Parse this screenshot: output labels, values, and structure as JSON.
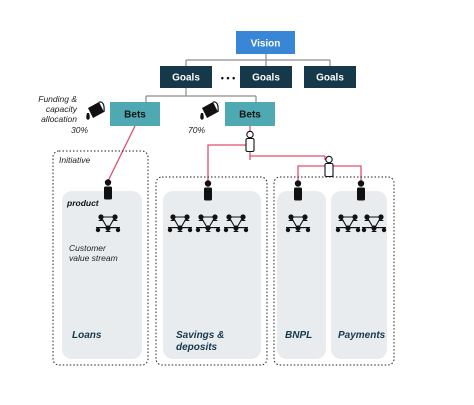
{
  "colors": {
    "vision_blue": "#3a86d6",
    "goal_navy": "#15384b",
    "bets_teal": "#4fa9b3",
    "connector_pink": "#e0506e",
    "tree_gray": "#8c8c8c",
    "panel_gray": "#e9ecef",
    "icon_dark": "#111111"
  },
  "hierarchy": {
    "vision": "Vision",
    "goals": [
      "Goals",
      "Goals",
      "Goals"
    ],
    "ellipsis": "• • •",
    "bets": [
      "Bets",
      "Bets"
    ]
  },
  "allocation": {
    "caption_lines": [
      "Funding &",
      "capacity",
      "allocation"
    ],
    "left_percent": "30%",
    "right_percent": "70%",
    "icon": "paint-bucket-icon"
  },
  "labels": {
    "initiative": "Initiative",
    "product": "product",
    "value_stream_lines": [
      "Customer",
      "value stream"
    ]
  },
  "streams": [
    {
      "name_lines": [
        "Loans"
      ]
    },
    {
      "name_lines": [
        "Savings &",
        "deposits"
      ]
    },
    {
      "name_lines": [
        "BNPL"
      ]
    },
    {
      "name_lines": [
        "Payments"
      ]
    }
  ]
}
